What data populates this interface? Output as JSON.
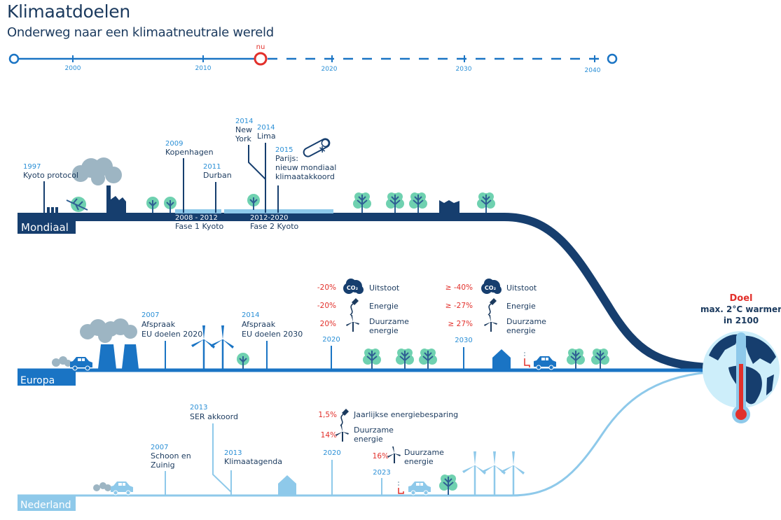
{
  "header": {
    "title": "Klimaatdoelen",
    "subtitle": "Onderweg naar een klimaatneutrale wereld"
  },
  "timeline": {
    "now_label": "nu",
    "ticks": [
      "2000",
      "2010",
      "2020",
      "2030",
      "2040"
    ]
  },
  "colors": {
    "mondiaal": "#163e6e",
    "europa": "#1a74c4",
    "nederland": "#8ec9ea",
    "accent_red": "#e2302b",
    "tree": "#6fd1b0",
    "smoke": "#9db5c3"
  },
  "mondiaal": {
    "label": "Mondiaal",
    "events": [
      {
        "year": "1997",
        "text": [
          "Kyoto protocol"
        ]
      },
      {
        "year": "2009",
        "text": [
          "Kopenhagen"
        ]
      },
      {
        "year": "2011",
        "text": [
          "Durban"
        ]
      },
      {
        "year": "2014",
        "text": [
          "New",
          "York"
        ]
      },
      {
        "year": "2014",
        "text": [
          "Lima"
        ]
      },
      {
        "year": "2015",
        "text": [
          "Parijs:",
          "nieuw mondiaal",
          "klimaatakkoord"
        ]
      }
    ],
    "phases": [
      {
        "range": "2008 - 2012",
        "name": "Fase 1 Kyoto"
      },
      {
        "range": "2012-2020",
        "name": "Fase 2 Kyoto"
      }
    ]
  },
  "europa": {
    "label": "Europa",
    "events": [
      {
        "year": "2007",
        "text": [
          "Afspraak",
          "EU doelen 2020"
        ]
      },
      {
        "year": "2014",
        "text": [
          "Afspraak",
          "EU doelen 2030"
        ]
      }
    ],
    "targets_2020": {
      "year": "2020",
      "items": [
        {
          "value": "-20%",
          "label": [
            "Uitstoot"
          ],
          "icon": "co2"
        },
        {
          "value": "-20%",
          "label": [
            "Energie"
          ],
          "icon": "plug"
        },
        {
          "value": "20%",
          "label": [
            "Duurzame",
            "energie"
          ],
          "icon": "wind"
        }
      ]
    },
    "targets_2030": {
      "year": "2030",
      "items": [
        {
          "value": "≥ -40%",
          "label": [
            "Uitstoot"
          ],
          "icon": "co2"
        },
        {
          "value": "≥ -27%",
          "label": [
            "Energie"
          ],
          "icon": "plug"
        },
        {
          "value": "≥ 27%",
          "label": [
            "Duurzame",
            "energie"
          ],
          "icon": "wind"
        }
      ]
    },
    "co2_label": "CO₂"
  },
  "nederland": {
    "label": "Nederland",
    "events": [
      {
        "year": "2007",
        "text": [
          "Schoon en",
          "Zuinig"
        ]
      },
      {
        "year": "2013",
        "text": [
          "SER akkoord"
        ]
      },
      {
        "year": "2013",
        "text": [
          "Klimaatagenda"
        ]
      }
    ],
    "targets_2020": {
      "year": "2020",
      "items": [
        {
          "value": "1,5%",
          "label": [
            "Jaarlijkse energiebesparing"
          ],
          "icon": "plug"
        },
        {
          "value": "14%",
          "label": [
            "Duurzame",
            "energie"
          ],
          "icon": "wind"
        }
      ]
    },
    "targets_2023": {
      "year": "2023",
      "items": [
        {
          "value": "16%",
          "label": [
            "Duurzame",
            "energie"
          ],
          "icon": "wind"
        }
      ]
    }
  },
  "goal": {
    "title": "Doel",
    "line1": "max. 2°C warmer",
    "line2": "in 2100"
  }
}
